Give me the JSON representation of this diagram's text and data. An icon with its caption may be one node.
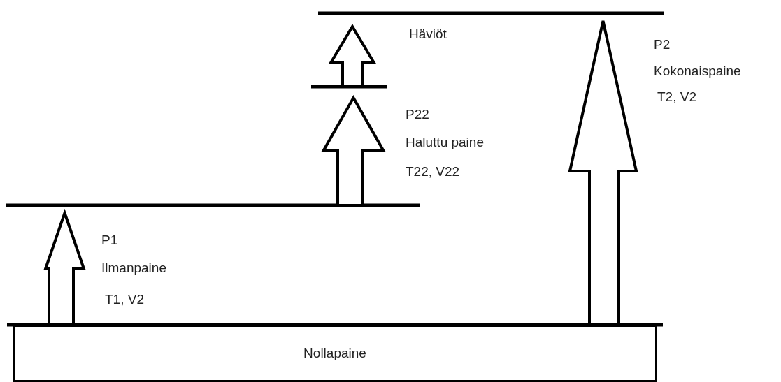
{
  "diagram": {
    "nodes": [
      {
        "text": [
          "Nollapaine"
        ]
      }
    ],
    "labels": [
      "Häviöt",
      "P2",
      "Kokonaispaine",
      "T2, V2",
      "P22",
      "Haluttu paine",
      "T22, V22",
      "P1",
      "Ilmanpaine",
      "T1, V2"
    ]
  }
}
